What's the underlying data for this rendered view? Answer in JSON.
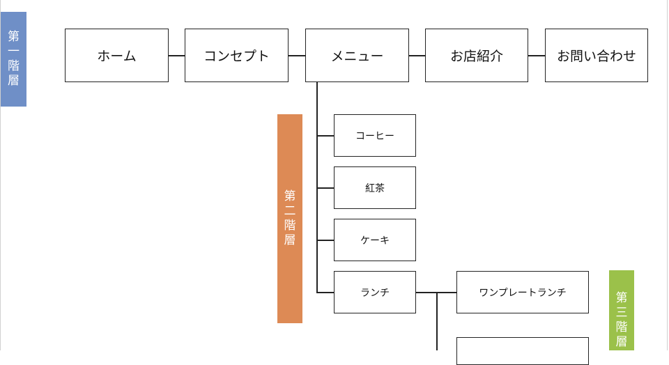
{
  "tags": {
    "level1": {
      "chars": [
        "第",
        "一",
        "階",
        "層"
      ],
      "color": "#6f8fc7"
    },
    "level2": {
      "chars": [
        "第",
        "二",
        "階",
        "層"
      ],
      "color": "#dd8a55"
    },
    "level3": {
      "chars": [
        "第",
        "三",
        "階",
        "層"
      ],
      "color": "#9bc14a"
    }
  },
  "level1_nodes": [
    "ホーム",
    "コンセプト",
    "メニュー",
    "お店紹介",
    "お問い合わせ"
  ],
  "level2_nodes": [
    "コーヒー",
    "紅茶",
    "ケーキ",
    "ランチ"
  ],
  "level3_nodes": [
    "ワンプレートランチ",
    ""
  ]
}
